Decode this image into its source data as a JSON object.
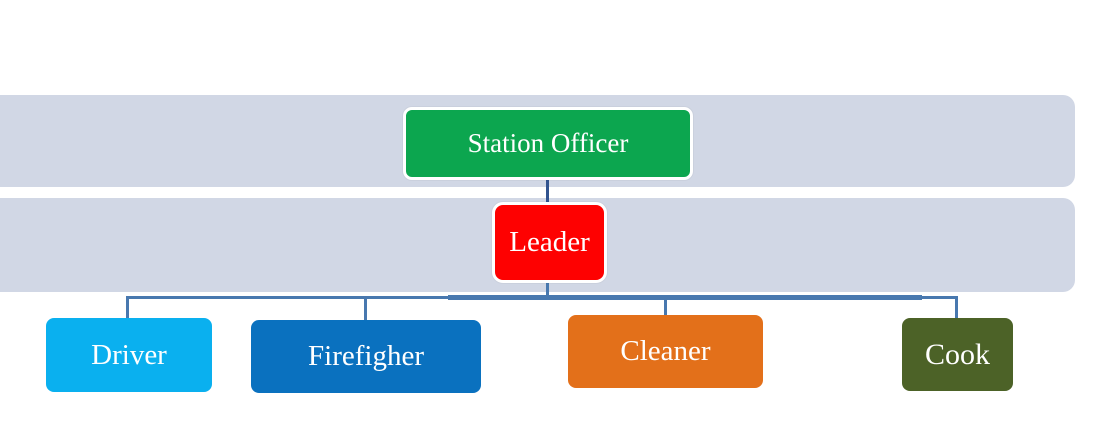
{
  "diagram": {
    "type": "org-chart",
    "title": "",
    "colors": {
      "band": "#D1D7E5",
      "connector": "#4878AF",
      "connector_dark": "#31538F",
      "node_text": "#FFFFFF",
      "node_border": "#FFFFFF",
      "background": "#FFFFFF"
    },
    "nodes": {
      "station_officer": {
        "label": "Station Officer",
        "color": "#0CA64F",
        "level": 1,
        "parent": null
      },
      "leader": {
        "label": "Leader",
        "color": "#FE0101",
        "level": 2,
        "parent": "station_officer"
      },
      "driver": {
        "label": "Driver",
        "color": "#0AB0EF",
        "level": 3,
        "parent": "leader"
      },
      "firefigher": {
        "label": "Firefigher",
        "color": "#0A71BF",
        "level": 3,
        "parent": "leader"
      },
      "cleaner": {
        "label": "Cleaner",
        "color": "#E3701A",
        "level": 3,
        "parent": "leader"
      },
      "cook": {
        "label": "Cook",
        "color": "#4C6227",
        "level": 3,
        "parent": "leader"
      }
    }
  }
}
